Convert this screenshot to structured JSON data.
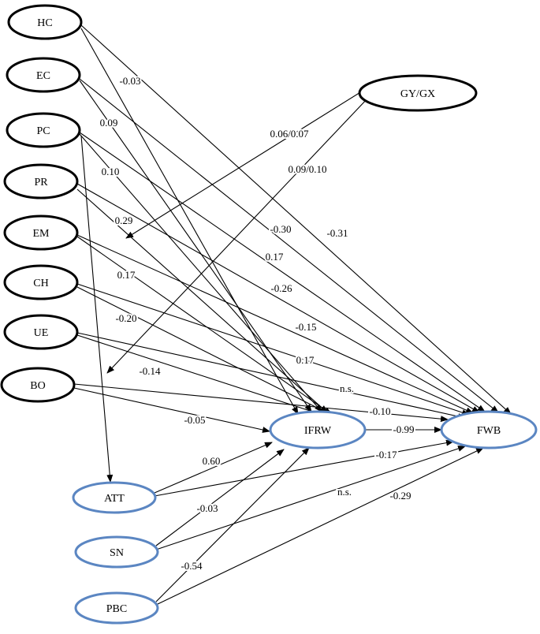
{
  "colors": {
    "node_stroke": "#000000",
    "outcome_stroke": "#5b86c2",
    "line": "#000000",
    "background": "#ffffff"
  },
  "nodes": {
    "HC": "HC",
    "EC": "EC",
    "PC": "PC",
    "PR": "PR",
    "EM": "EM",
    "CH": "CH",
    "UE": "UE",
    "BO": "BO",
    "GYGX": "GY/GX",
    "ATT": "ATT",
    "SN": "SN",
    "PBC": "PBC",
    "IFRW": "IFRW",
    "FWB": "FWB"
  },
  "edges": [
    {
      "id": "hc-ifrw",
      "from": "HC",
      "to": "IFRW",
      "label": "-0.03"
    },
    {
      "id": "hc-fwb",
      "from": "HC",
      "to": "FWB",
      "label": "-0.31"
    },
    {
      "id": "ec-ifrw",
      "from": "EC",
      "to": "IFRW",
      "label": "0.09"
    },
    {
      "id": "ec-fwb",
      "from": "EC",
      "to": "FWB",
      "label": "-0.30"
    },
    {
      "id": "pc-ifrw",
      "from": "PC",
      "to": "IFRW",
      "label": "0.10"
    },
    {
      "id": "pc-fwb",
      "from": "PC",
      "to": "FWB",
      "label": "0.17"
    },
    {
      "id": "pc-att",
      "from": "PC",
      "to": "ATT",
      "label": ""
    },
    {
      "id": "pr-ifrw",
      "from": "PR",
      "to": "IFRW",
      "label": "0.29"
    },
    {
      "id": "pr-fwb",
      "from": "PR",
      "to": "FWB",
      "label": "-0.26"
    },
    {
      "id": "em-ifrw",
      "from": "EM",
      "to": "IFRW",
      "label": "0.17"
    },
    {
      "id": "em-fwb",
      "from": "EM",
      "to": "FWB",
      "label": "-0.15"
    },
    {
      "id": "ch-ifrw",
      "from": "CH",
      "to": "IFRW",
      "label": "-0.20"
    },
    {
      "id": "ch-fwb",
      "from": "CH",
      "to": "FWB",
      "label": "0.17"
    },
    {
      "id": "ue-ifrw",
      "from": "UE",
      "to": "IFRW",
      "label": "-0.14"
    },
    {
      "id": "ue-fwb",
      "from": "UE",
      "to": "FWB",
      "label": "n.s."
    },
    {
      "id": "bo-ifrw",
      "from": "BO",
      "to": "IFRW",
      "label": "-0.05"
    },
    {
      "id": "bo-fwb",
      "from": "BO",
      "to": "FWB",
      "label": "-0.10"
    },
    {
      "id": "gy-pr",
      "from": "GYGX",
      "to": "PR",
      "label": "0.06/0.07"
    },
    {
      "id": "gy-bo",
      "from": "GYGX",
      "to": "BO",
      "label": "0.09/0.10"
    },
    {
      "id": "att-ifrw",
      "from": "ATT",
      "to": "IFRW",
      "label": "0.60"
    },
    {
      "id": "att-fwb",
      "from": "ATT",
      "to": "FWB",
      "label": "-0.17"
    },
    {
      "id": "sn-ifrw",
      "from": "SN",
      "to": "IFRW",
      "label": "-0.03"
    },
    {
      "id": "sn-fwb",
      "from": "SN",
      "to": "FWB",
      "label": "n.s."
    },
    {
      "id": "pbc-ifrw",
      "from": "PBC",
      "to": "IFRW",
      "label": "-0.54"
    },
    {
      "id": "pbc-fwb",
      "from": "PBC",
      "to": "FWB",
      "label": "-0.29"
    },
    {
      "id": "ifrw-fwb",
      "from": "IFRW",
      "to": "FWB",
      "label": "-0.99"
    }
  ]
}
